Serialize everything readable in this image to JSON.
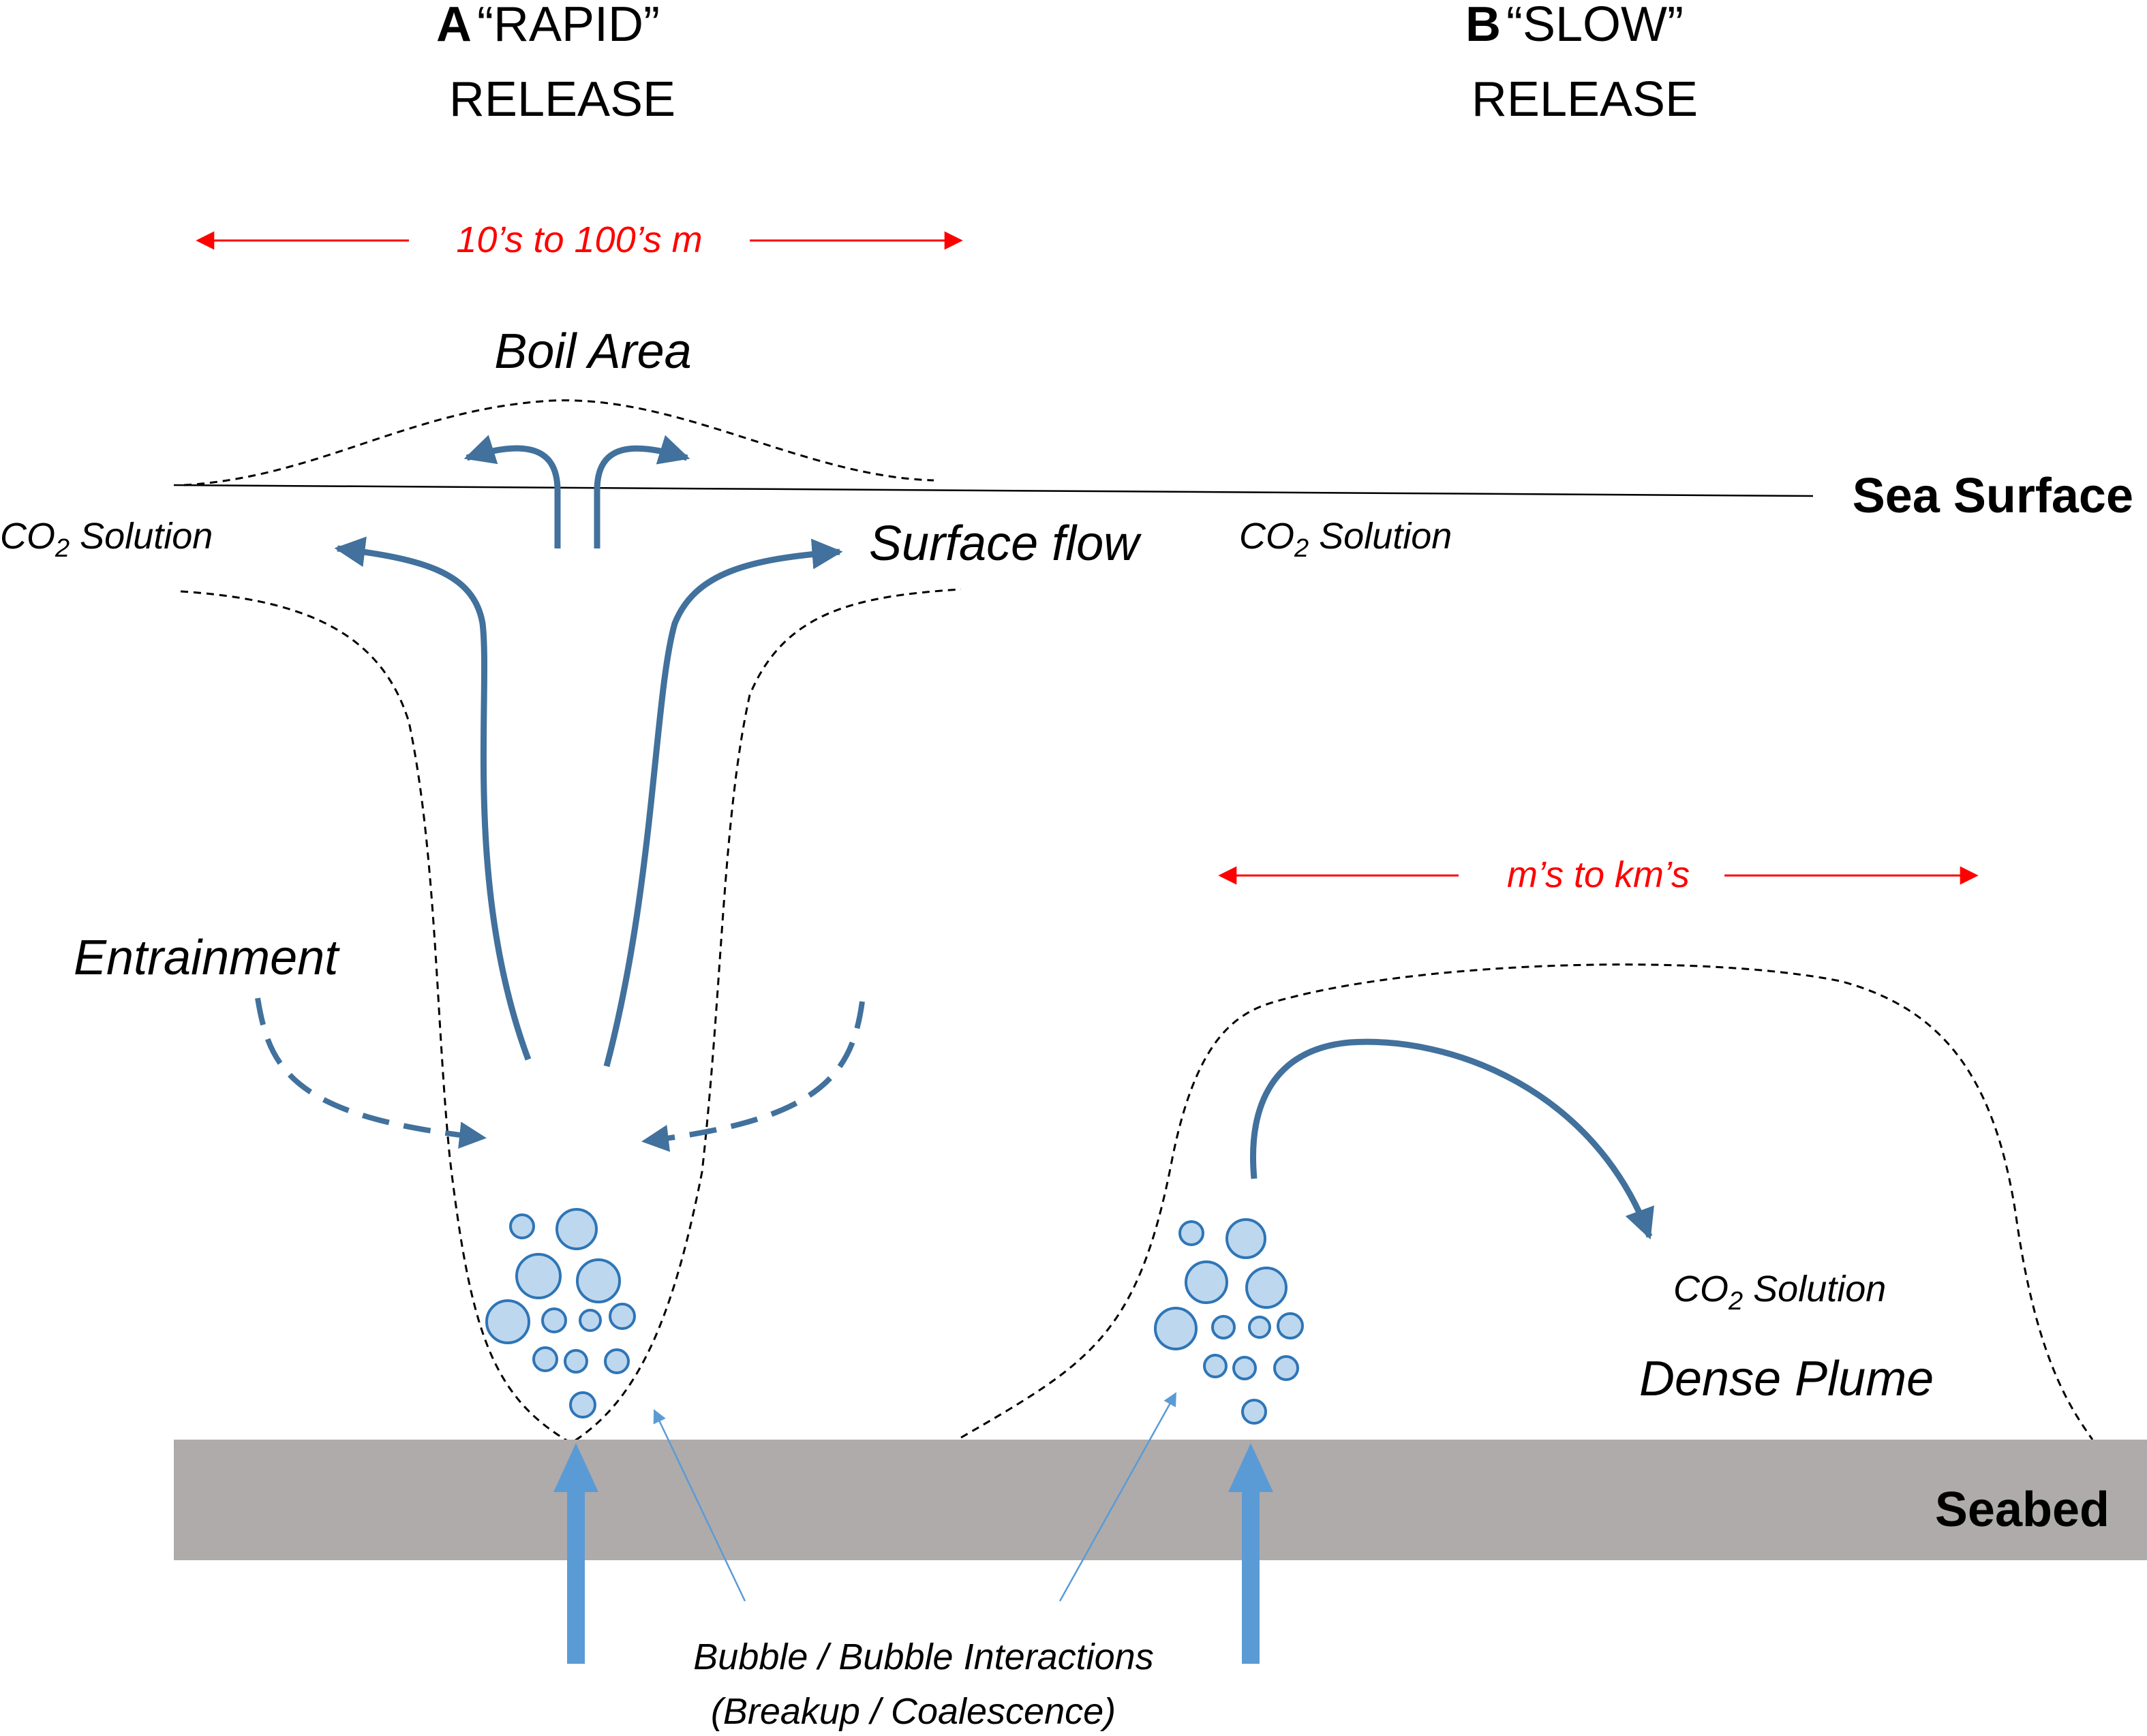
{
  "panel_a": {
    "letter": "A",
    "title_line1": "“RAPID”",
    "title_line2": "RELEASE",
    "scale_label": "10’s to 100’s m",
    "boil_area": "Boil Area",
    "surface_flow": "Surface flow",
    "co2_solution_prefix": "CO",
    "co2_solution_sub": "2",
    "co2_solution_suffix": " Solution",
    "entrainment": "Entrainment"
  },
  "panel_b": {
    "letter": "B",
    "title_line1": "“SLOW”",
    "title_line2": "RELEASE",
    "scale_label": "m’s to km’s",
    "co2_solution_prefix": "CO",
    "co2_solution_sub": "2",
    "co2_solution_suffix": " Solution",
    "plume_co2_prefix": "CO",
    "plume_co2_sub": "2",
    "plume_co2_suffix": " Solution",
    "dense_plume": "Dense Plume"
  },
  "sea_surface": "Sea Surface",
  "seabed": "Seabed",
  "bubble_interactions_line1": "Bubble / Bubble Interactions",
  "bubble_interactions_line2": "(Breakup / Coalescence)",
  "colors": {
    "flow_arrow": "#41719c",
    "scale_red": "#ff0000",
    "seabed_fill": "#afabab",
    "bubble_fill": "#bdd7ee",
    "bubble_stroke": "#2e75b6",
    "release_arrow": "#5b9bd5",
    "text": "#000000"
  }
}
